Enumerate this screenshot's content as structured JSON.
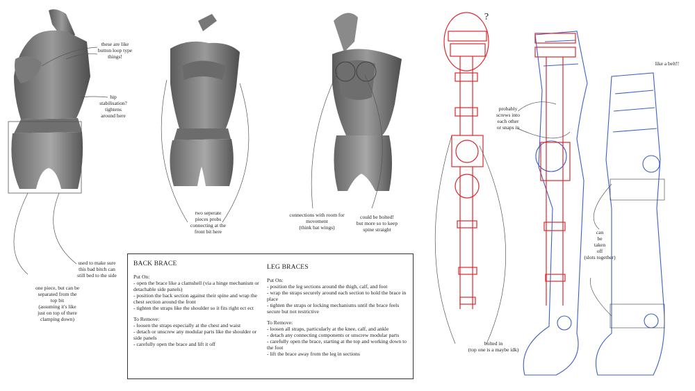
{
  "annotations": {
    "button_loops": "these are like\nbutton loop type\nthings!",
    "hip": "hip\nstabilisation?\ntightens\naround here",
    "two_pieces": "two seperate\npieces probs\nconnecting at the\nfront bit here",
    "connections": "connections with room for\nmovement\n(think bat wings)",
    "bolted_back": "could be bolted!\nbut more so to keep\nspine straight",
    "bed": "used to make sure\nthis bad bitch can\nstill bed to the side",
    "one_piece": "one piece, but can be\nseparated from the\ntop bit\n(assuming it's like\njust on top of there\nclamping down)",
    "question": "?",
    "screws": "probably\nscrews into\neach other\nor snaps in",
    "belt": "like a belt!!",
    "taken_off": "can\nbe\ntaken\noff\n(slots together)",
    "bolted_in": "bolted in\n(top one is a maybe idk)"
  },
  "back_brace": {
    "title": "BACK BRACE",
    "put_on_label": "Put On:",
    "put_on": [
      " open the brace like a clamshell (via a hinge mechanism or detachable side panels)",
      "position the back section against their spine and wrap the chest section around the front",
      "tighten the straps like the shoulder so it fits right ect ect"
    ],
    "remove_label": "To Remove:",
    "remove": [
      "loosen the straps especially at the chest and waist",
      "detach or unscrew any modular parts like the shoulder or side panels",
      "carefully open the brace and lift it off"
    ]
  },
  "leg_braces": {
    "title": "LEG BRACES",
    "put_on_label": "Put On:",
    "put_on": [
      "position the leg sections around the thigh, calf, and foot",
      "wrap the straps securely around each section to hold the brace in place",
      "tighten the straps or locking mechanisms until the brace feels secure but not restrictive"
    ],
    "remove_label": "To Remove:",
    "remove": [
      "loosen all straps, particularly at the knee, calf, and ankle",
      "detach any connecting components or unscrew modular parts",
      "carefully open the brace, starting at the top and working down to the foot",
      "lift the brace away from the leg in sections"
    ]
  },
  "colors": {
    "red_sketch": "#e0252a",
    "blue_sketch": "#3c5fc4",
    "render_gray": "#8a8a8a"
  }
}
